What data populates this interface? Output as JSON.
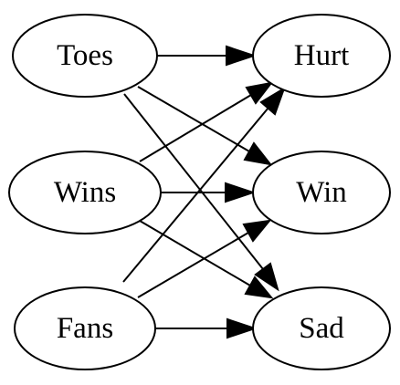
{
  "nodes": {
    "toes": "Toes",
    "wins": "Wins",
    "fans": "Fans",
    "hurt": "Hurt",
    "win": "Win",
    "sad": "Sad"
  },
  "edges": [
    {
      "from": "Toes",
      "to": "Hurt"
    },
    {
      "from": "Toes",
      "to": "Win"
    },
    {
      "from": "Toes",
      "to": "Sad"
    },
    {
      "from": "Wins",
      "to": "Hurt"
    },
    {
      "from": "Wins",
      "to": "Win"
    },
    {
      "from": "Wins",
      "to": "Sad"
    },
    {
      "from": "Fans",
      "to": "Hurt"
    },
    {
      "from": "Fans",
      "to": "Win"
    },
    {
      "from": "Fans",
      "to": "Sad"
    }
  ]
}
